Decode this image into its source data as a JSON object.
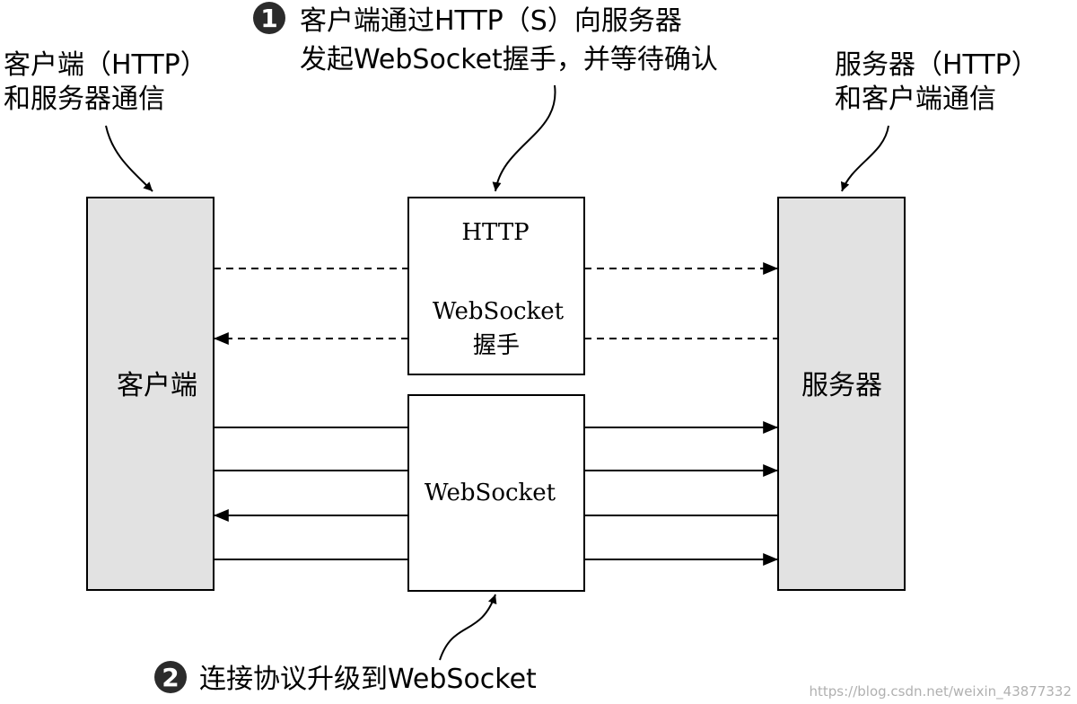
{
  "annotations": {
    "client_note": {
      "line1": "客户端（HTTP）",
      "line2": "和服务器通信"
    },
    "step1": {
      "number": "1",
      "line1": "客户端通过HTTP（S）向服务器",
      "line2": "发起WebSocket握手，并等待确认"
    },
    "server_note": {
      "line1": "服务器（HTTP）",
      "line2": "和客户端通信"
    },
    "step2": {
      "number": "2",
      "text": "连接协议升级到WebSocket"
    }
  },
  "nodes": {
    "client": {
      "label": "客户端"
    },
    "server": {
      "label": "服务器"
    },
    "handshake": {
      "line1": "HTTP",
      "line2": "WebSocket",
      "line3": "握手"
    },
    "websocket": {
      "label": "WebSocket"
    }
  },
  "watermark": "https://blog.csdn.net/weixin_43877332",
  "colors": {
    "stroke": "#000000",
    "endpoint_fill": "#e2e2e2",
    "box_fill": "#ffffff",
    "badge_fill": "#2b2b2b",
    "badge_text": "#ffffff",
    "watermark": "#b0b0b0"
  }
}
